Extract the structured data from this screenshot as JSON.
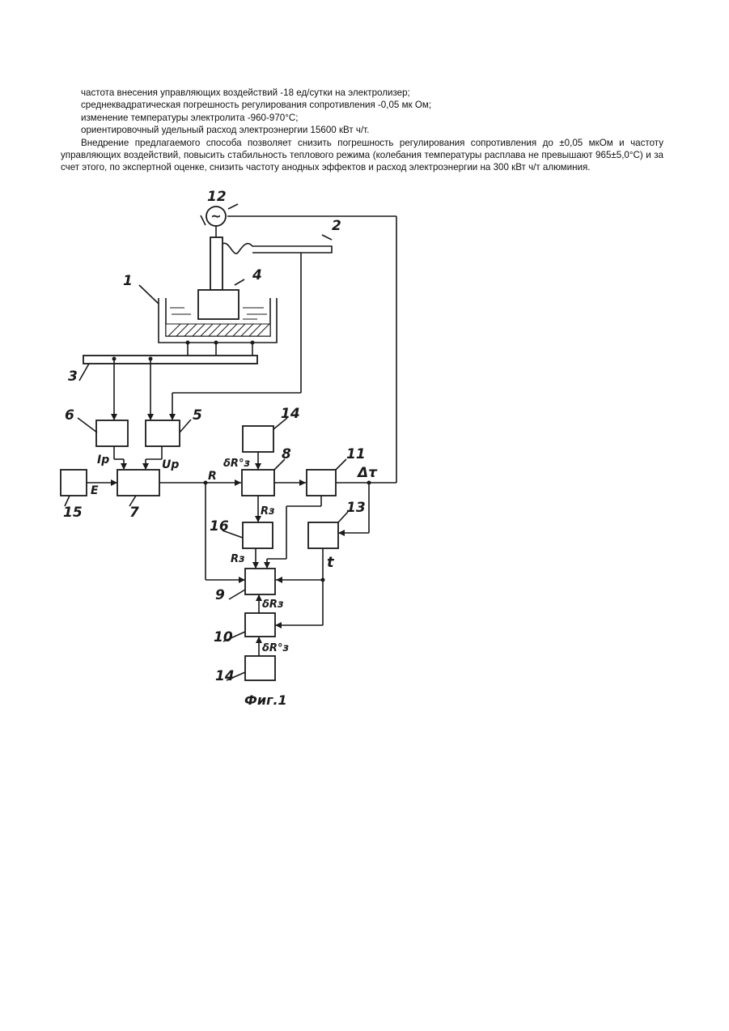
{
  "paragraphs": [
    "частота внесения управляющих воздействий -18 ед/сутки на электролизер;",
    "среднеквадратическая погрешность регулирования сопротивления -0,05 мк Ом;",
    "изменение температуры электролита -960-970°С;",
    "ориентировочный удельный расход электроэнергии 15600 кВт ч/т.",
    "Внедрение предлагаемого способа позволяет снизить погрешность регулирования сопротивления до ±0,05 мкОм и частоту управляющих воздействий, повысить стабильность теплового режима (колебания температуры расплава не превышают 965±5,0°С) и за счет этого, по экспертной оценке, снизить частоту анодных эффектов и расход электроэнергии на 300 кВт ч/т алюминия."
  ],
  "figure": {
    "caption": "Фиг.1",
    "numbers": {
      "n1": "1",
      "n2": "2",
      "n3": "3",
      "n4": "4",
      "n5": "5",
      "n6": "6",
      "n7": "7",
      "n8": "8",
      "n9": "9",
      "n10": "10",
      "n11": "11",
      "n12": "12",
      "n13": "13",
      "n14a": "14",
      "n14b": "14",
      "n15": "15",
      "n16": "16"
    },
    "signals": {
      "Ip": "Iр",
      "Up": "Uр",
      "E": "E",
      "R": "R",
      "dRz0_top": "δR°з",
      "Rz_8": "Rз",
      "Rz_16": "Rз",
      "dRz": "δRз",
      "dRz0_bottom": "δR°з",
      "dtau": "Δτ",
      "t": "t"
    },
    "generator_symbol": "~"
  }
}
